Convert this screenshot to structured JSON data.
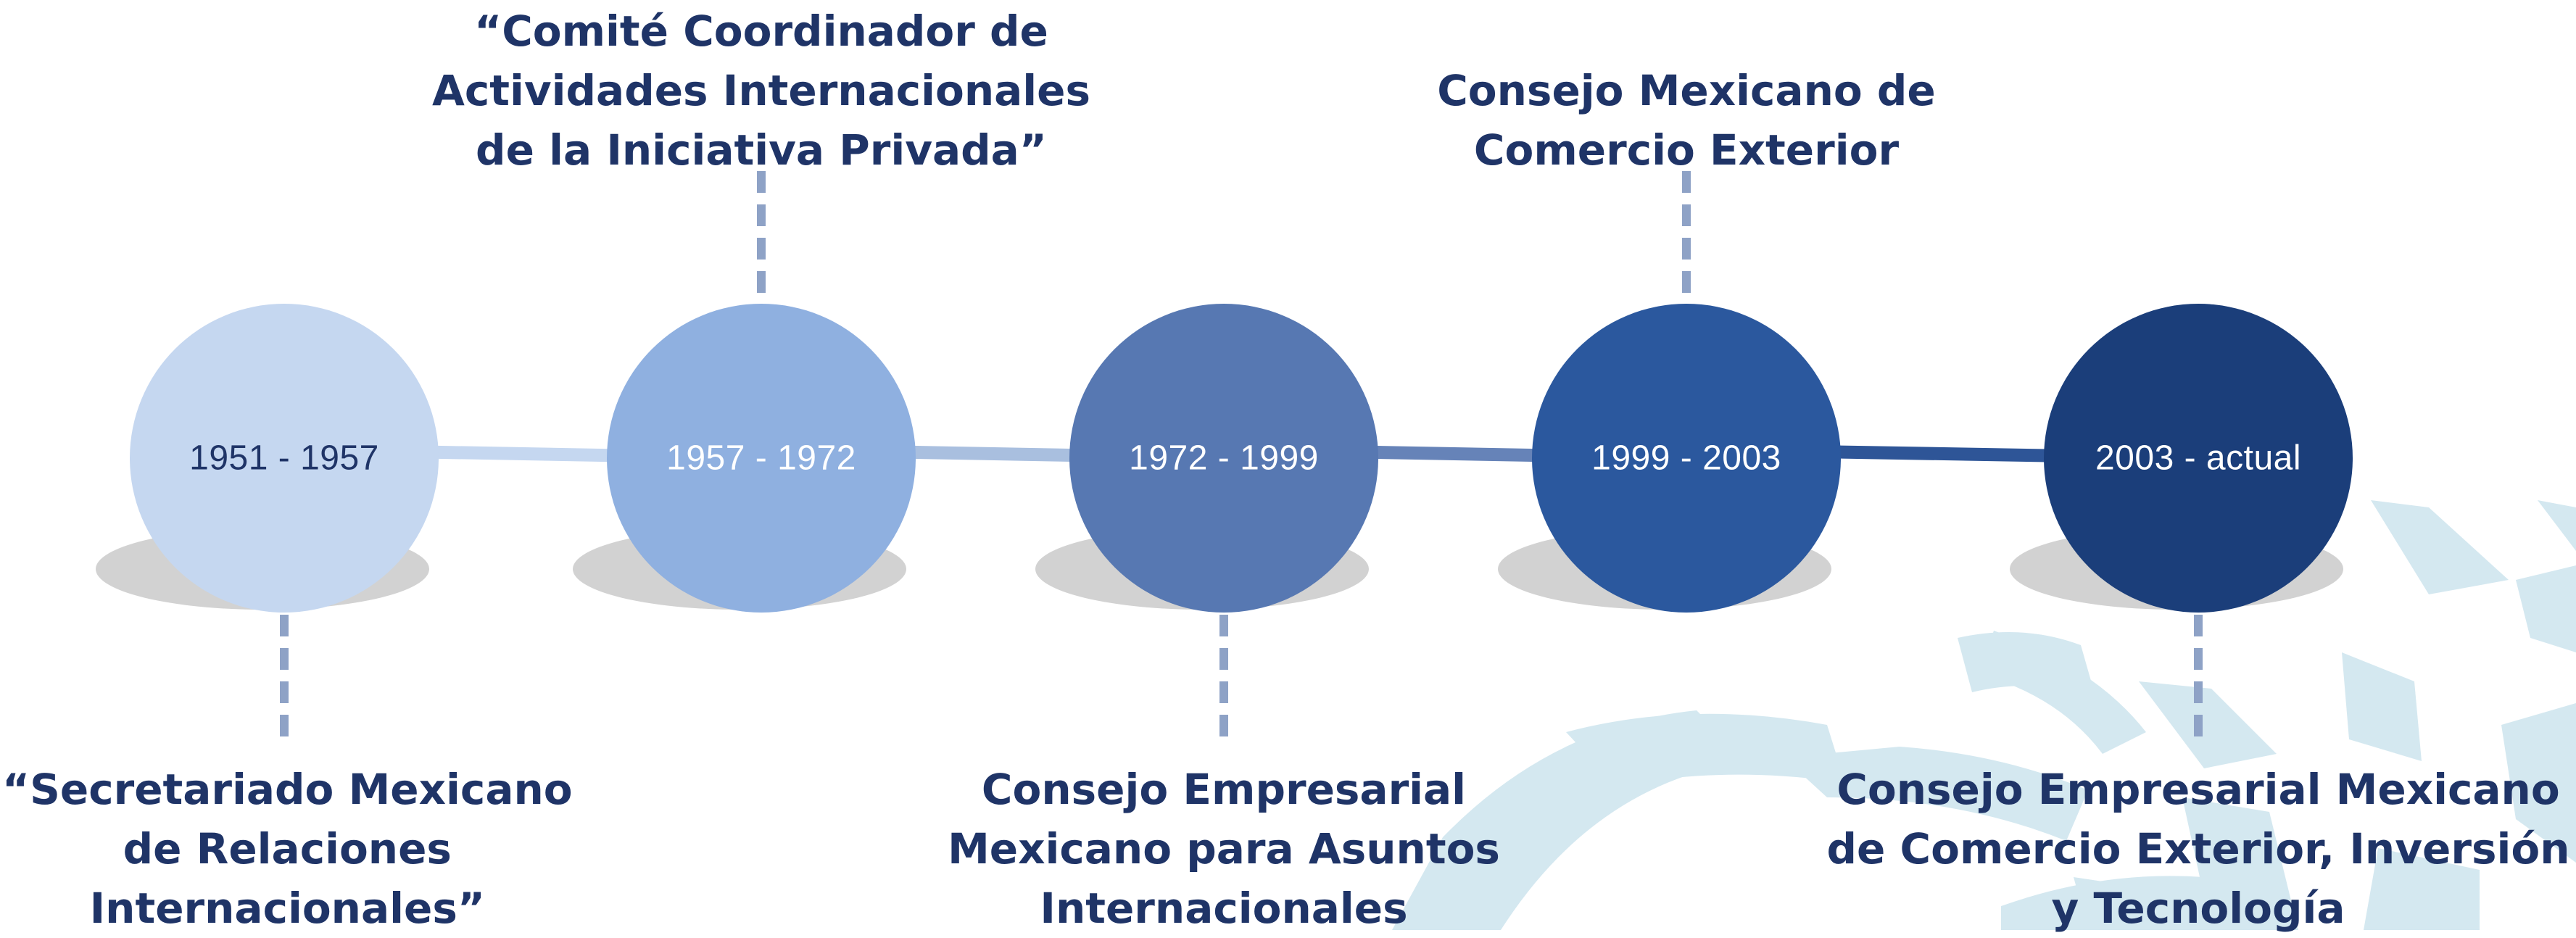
{
  "colors": {
    "text": "#1f3467",
    "watermark": "#d4e8f0",
    "shadow": "#d2d2d2"
  },
  "watermark": {
    "icon": "globe-logo-watermark"
  },
  "timeline": [
    {
      "period": "1951 - 1957",
      "circle_color": "#c5d7f0",
      "period_color": "#1f3467",
      "connector_color": "#c5d7f0",
      "label_lines": [
        "“Secretariado Mexicano",
        "de Relaciones",
        "Internacionales”"
      ]
    },
    {
      "period": "1957 - 1972",
      "circle_color": "#8fb0e0",
      "period_color": "#ffffff",
      "connector_color": "#a9bfdf",
      "label_lines": [
        "“Comité Coordinador de",
        "Actividades Internacionales",
        "de la Iniciativa Privada”"
      ]
    },
    {
      "period": "1972 - 1999",
      "circle_color": "#5778b2",
      "period_color": "#ffffff",
      "connector_color": "#6683b8",
      "label_lines": [
        "Consejo Empresarial",
        "Mexicano para Asuntos",
        "Internacionales"
      ]
    },
    {
      "period": "1999 - 2003",
      "circle_color": "#2b589e",
      "period_color": "#ffffff",
      "connector_color": "#2e5597",
      "label_lines": [
        "Consejo Mexicano de",
        "Comercio Exterior"
      ]
    },
    {
      "period": "2003 - actual",
      "circle_color": "#1b3e7a",
      "period_color": "#ffffff",
      "connector_color": "#1b3e7a",
      "label_lines": [
        "Consejo Empresarial Mexicano",
        "de Comercio Exterior, Inversión",
        "y Tecnología"
      ]
    }
  ]
}
